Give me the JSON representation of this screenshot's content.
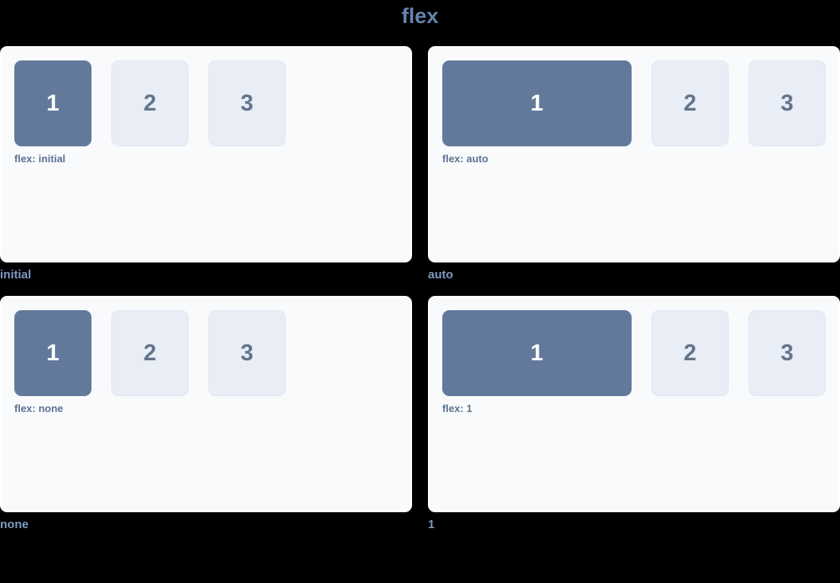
{
  "title": "flex",
  "colors": {
    "background": "#000000",
    "panel_bg": "#f8fafc",
    "panel_border": "#ffffff",
    "primary_box": "#63799c",
    "secondary_box": "#e8edf6",
    "title_text": "#6484ad",
    "caption_text": "#7e9ac0",
    "label_text": "#5b7290"
  },
  "demos": [
    {
      "caption": "initial",
      "flex_label": "flex: initial",
      "boxes": [
        {
          "number": "1",
          "style": "primary"
        },
        {
          "number": "2",
          "style": "secondary"
        },
        {
          "number": "3",
          "style": "secondary"
        }
      ]
    },
    {
      "caption": "auto",
      "flex_label": "flex: auto",
      "boxes": [
        {
          "number": "1",
          "style": "primary"
        },
        {
          "number": "2",
          "style": "secondary"
        },
        {
          "number": "3",
          "style": "secondary"
        }
      ]
    },
    {
      "caption": "none",
      "flex_label": "flex: none",
      "boxes": [
        {
          "number": "1",
          "style": "primary"
        },
        {
          "number": "2",
          "style": "secondary"
        },
        {
          "number": "3",
          "style": "secondary"
        }
      ]
    },
    {
      "caption": "1",
      "flex_label": "flex: 1",
      "boxes": [
        {
          "number": "1",
          "style": "primary"
        },
        {
          "number": "2",
          "style": "secondary"
        },
        {
          "number": "3",
          "style": "secondary"
        }
      ]
    }
  ]
}
